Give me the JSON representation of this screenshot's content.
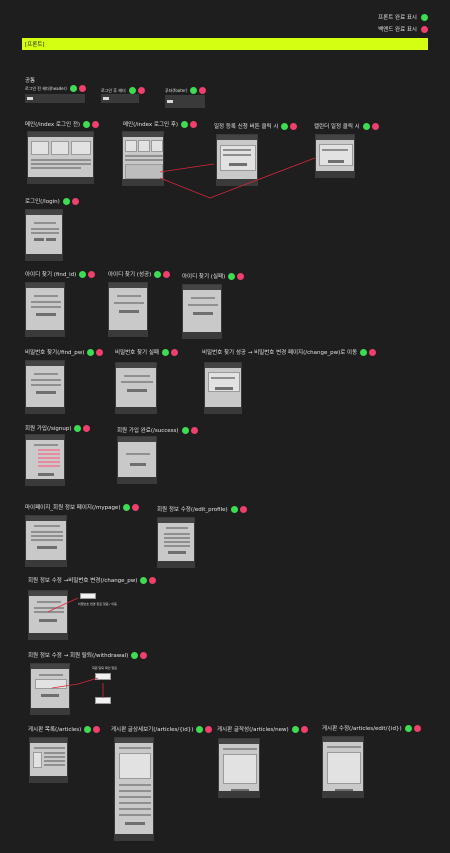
{
  "legend": {
    "front_done": "프론트 완료 표시",
    "back_done": "백엔드 완료 표시",
    "colors": {
      "green": "#3ddc52",
      "red": "#ef3f6c"
    }
  },
  "section_title": "[프론트]",
  "common": {
    "heading": "공통",
    "header_label": "로그인 전 헤더(header)",
    "header_after_label": "로그인 후 헤더",
    "footer_label": "푸터(footer)"
  },
  "screens": {
    "main_before": "메인(/index 로그인 전)",
    "main_after": "메인(/index 로그인 후)",
    "schedule_click": "일정 등록 신청 버튼 클릭 시",
    "calendar_click": "캘린더 일정 클릭 시",
    "login": "로그인(/login)",
    "find_id": "아이디 찾기 (find_id)",
    "find_id_success": "아이디 찾기 (성공)",
    "find_id_fail": "아이디 찾기 (실패)",
    "find_pw": "비밀번호 찾기(/find_pw)",
    "find_pw_fail": "비밀번호 찾기 실패",
    "find_pw_success": "비밀번호 찾기 성공 → 비밀번호 변경 페이지(/change_pw)로 이동",
    "signup": "회원 가입(/signup)",
    "signup_success": "회원 가입 완료(/success)",
    "mypage": "마이페이지_회원 정보 페이지(/mypage)",
    "edit_profile": "회원 정보 수정(/edit_profile)",
    "change_pw": "회원 정보 수정 →비밀번호 변경(/change_pw)",
    "withdrawal": "회원 정보 수정 → 회원 탈퇴(/withdrawal)",
    "articles": "게시판 목록(/articles)",
    "article_detail": "게시판 글상세보기(/articles/{id})",
    "article_new": "게시판 글작성(/articles/new)",
    "article_edit": "게시판 수정(/articles/edit/{id})"
  },
  "notes": {
    "change_pw_note": "비밀번호 변경 완료 알림 / 이동",
    "withdrawal_note": "회원 탈퇴 확인 알림"
  }
}
